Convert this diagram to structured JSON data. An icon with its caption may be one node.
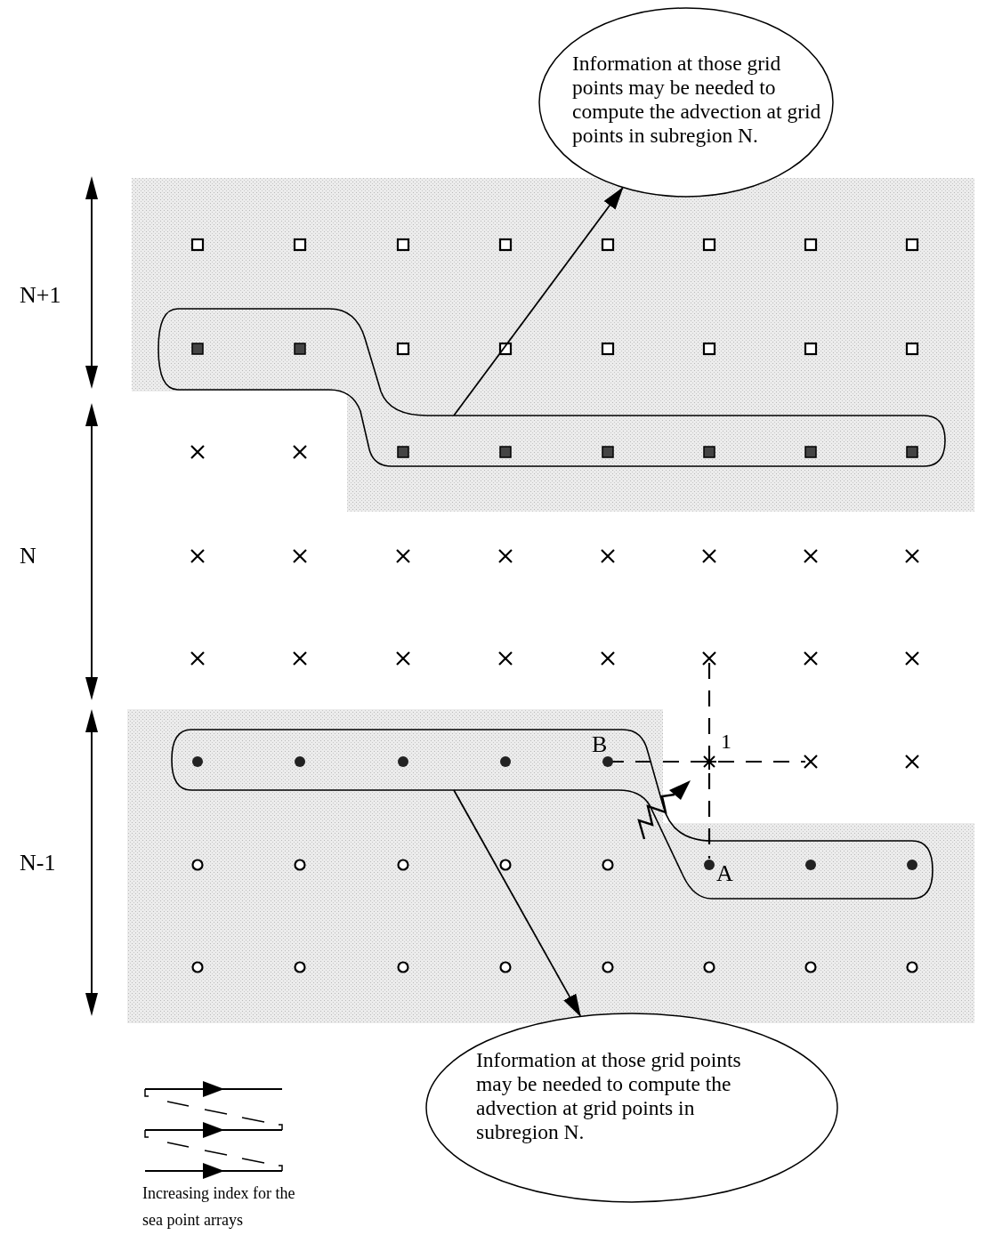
{
  "diagram": {
    "nodes": [
      {
        "text": [
          "Information at those grid points may be needed to compute the advection at grid points in subregion N."
        ]
      },
      {
        "text": [
          "Information at those grid points may be needed to compute the advection at grid points in subregion N."
        ]
      },
      {
        "text": [],
        "shape": "box"
      },
      {
        "text": [],
        "shape": "box"
      }
    ],
    "edges": [
      {
        "from": 2,
        "to": 0,
        "arrow": "to"
      },
      {
        "from": 3,
        "to": 1,
        "arrow": "to"
      }
    ],
    "labels": [
      "N+1",
      "N",
      "N-1",
      "B",
      "1",
      "A",
      "Increasing index for the sea point arrays"
    ]
  }
}
